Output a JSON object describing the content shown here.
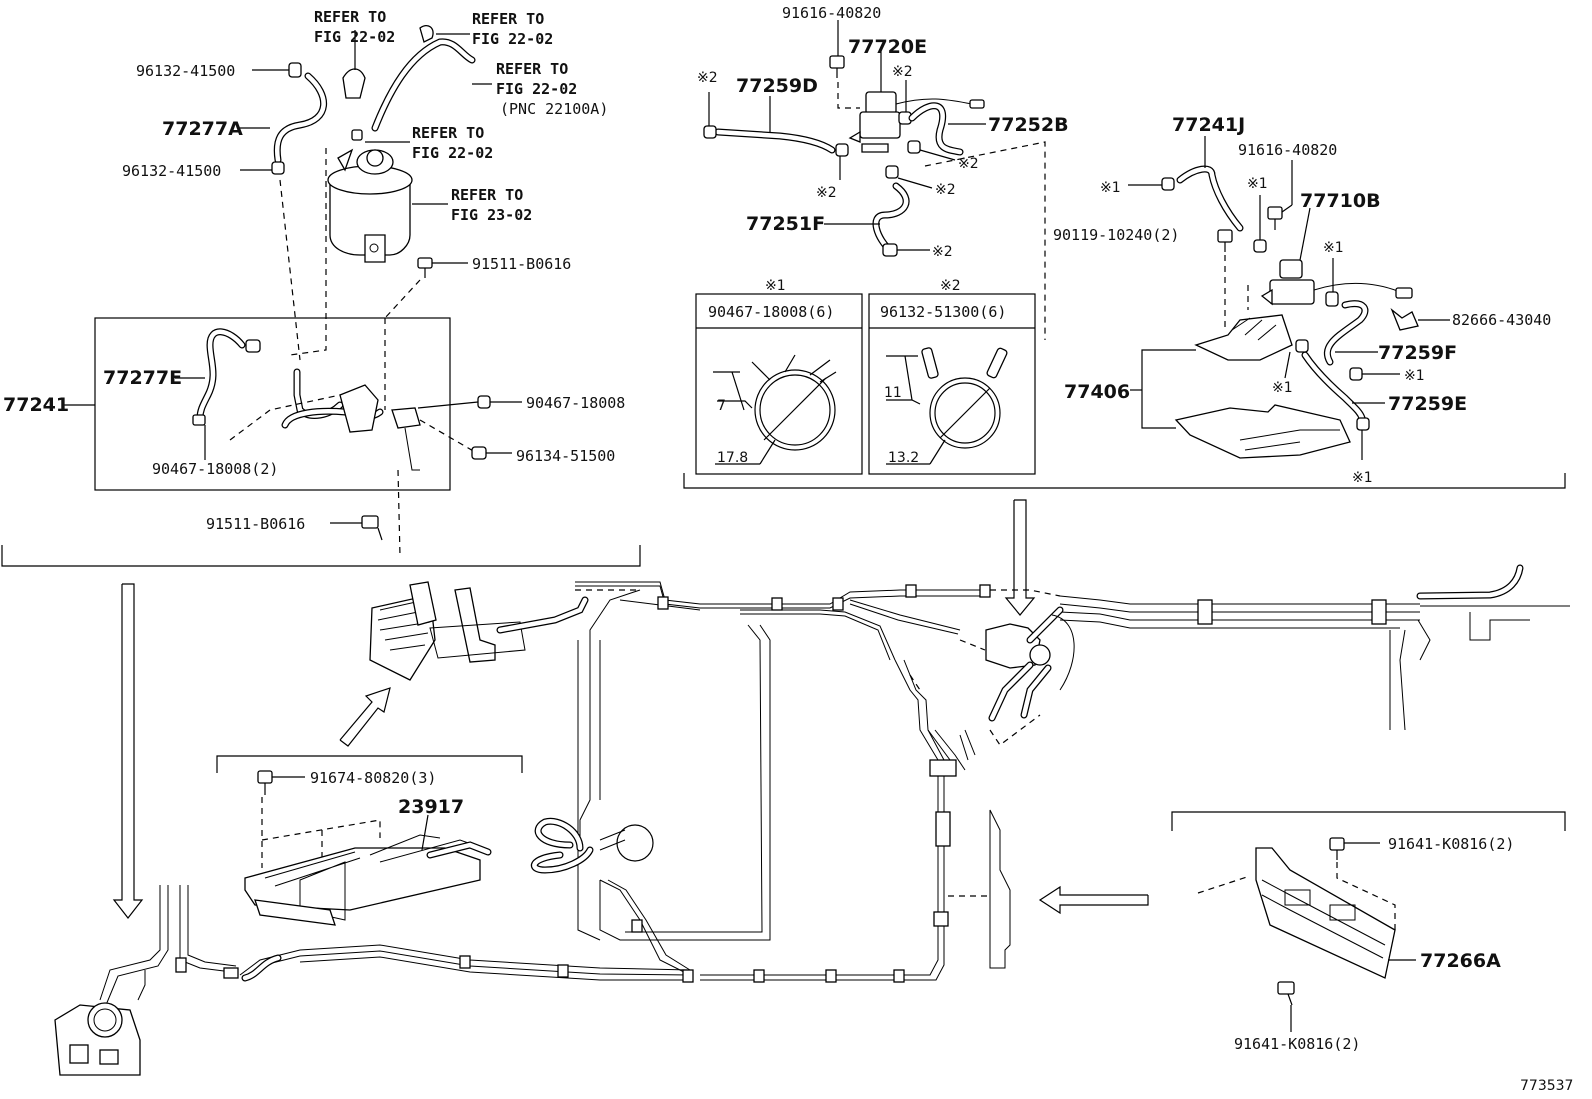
{
  "labels": {
    "refer_a": "REFER TO",
    "refer_a2": "FIG 22-02",
    "refer_b": "REFER TO",
    "refer_b2": "FIG 22-02",
    "refer_c": "REFER TO",
    "refer_c2": "FIG 22-02",
    "refer_c3": "(PNC 22100A)",
    "refer_d": "REFER TO",
    "refer_d2": "FIG 22-02",
    "refer_e": "REFER TO",
    "refer_e2": "FIG 23-02",
    "p96132_41500_a": "96132-41500",
    "p77277A": "77277A",
    "p96132_41500_b": "96132-41500",
    "p91511_B0616_a": "91511-B0616",
    "p77277E": "77277E",
    "p77241": "77241",
    "p90467_18008": "90467-18008",
    "p96134_51500": "96134-51500",
    "p90467_18008_2": "90467-18008(2)",
    "p91511_B0616_b": "91511-B0616",
    "p91616_40820_a": "91616-40820",
    "p77720E": "77720E",
    "x2_a": "※2",
    "x2_b": "※2",
    "p77259D": "77259D",
    "p77252B": "77252B",
    "x2_c": "※2",
    "x2_d": "※2",
    "x2_e": "※2",
    "p77251F": "77251F",
    "x2_f": "※2",
    "box1_title": "※1",
    "box1_part": "90467-18008(6)",
    "box1_dim1": "7",
    "box1_dim2": "17.8",
    "box2_title": "※2",
    "box2_part": "96132-51300(6)",
    "box2_dim1": "11",
    "box2_dim2": "13.2",
    "p77241J": "77241J",
    "p91616_40820_b": "91616-40820",
    "x1_a": "※1",
    "x1_b": "※1",
    "p77710B": "77710B",
    "p90119_10240": "90119-10240(2)",
    "x1_c": "※1",
    "p82666_43040": "82666-43040",
    "p77259F": "77259F",
    "p77406": "77406",
    "x1_d": "※1",
    "x1_e": "※1",
    "p77259E": "77259E",
    "x1_f": "※1",
    "p91674_80820": "91674-80820(3)",
    "p23917": "23917",
    "p91641_K0816_a": "91641-K0816(2)",
    "p77266A": "77266A",
    "p91641_K0816_b": "91641-K0816(2)",
    "fig_no": "773537"
  }
}
